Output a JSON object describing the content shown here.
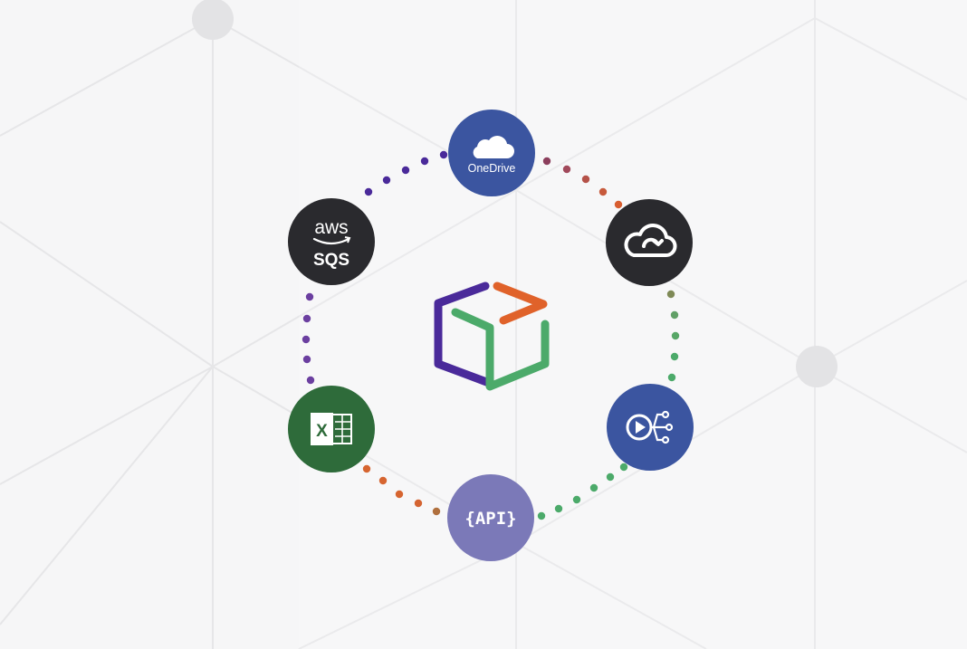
{
  "diagram": {
    "hub": {
      "name": "central-hub",
      "icon": "box-logo-icon"
    },
    "nodes": [
      {
        "id": "onedrive",
        "label": "OneDrive",
        "icon": "onedrive-icon",
        "color": "#3b55a0"
      },
      {
        "id": "gcloud",
        "label": "",
        "icon": "cloud-icon",
        "color": "#2a2a2e"
      },
      {
        "id": "stream",
        "label": "",
        "icon": "stream-flow-icon",
        "color": "#3b55a0"
      },
      {
        "id": "api",
        "label": "{API}",
        "icon": "api-icon",
        "color": "#7b79b8"
      },
      {
        "id": "excel",
        "label": "X",
        "icon": "excel-icon",
        "color": "#2e6b3a"
      },
      {
        "id": "sqs",
        "label_top": "aws",
        "label_bottom": "SQS",
        "icon": "aws-sqs-icon",
        "color": "#2a2a2e"
      }
    ],
    "colors": {
      "purple": "#4a2a9a",
      "orange": "#e0622a",
      "green": "#4caa6a",
      "background": "#f6f6f7"
    }
  }
}
